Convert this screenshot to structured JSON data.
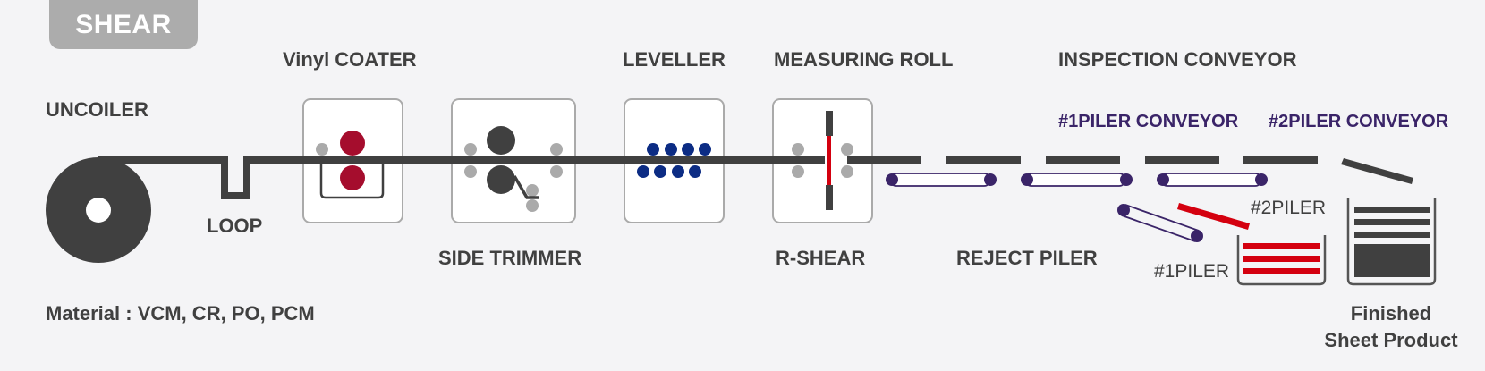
{
  "title_badge": "SHEAR",
  "colors": {
    "background": "#f4f4f6",
    "strip": "#404040",
    "roll_gray": "#aaaaaa",
    "coater_red": "#a50d2d",
    "leveller_blue": "#0c2c84",
    "shear_red": "#d4000f",
    "conveyor_purple": "#3a2468",
    "badge": "#acacac"
  },
  "labels": {
    "uncoiler": "UNCOILER",
    "loop": "LOOP",
    "vinyl_coater": "Vinyl COATER",
    "side_trimmer": "SIDE TRIMMER",
    "leveller": "LEVELLER",
    "measuring_roll": "MEASURING ROLL",
    "r_shear": "R-SHEAR",
    "inspection_conveyor": "INSPECTION CONVEYOR",
    "piler1_conveyor": "#1PILER CONVEYOR",
    "piler2_conveyor": "#2PILER CONVEYOR",
    "reject_piler": "REJECT PILER",
    "piler1": "#1PILER",
    "piler2": "#2PILER",
    "finished_line1": "Finished",
    "finished_line2": "Sheet Product",
    "material": "Material : VCM, CR, PO, PCM"
  }
}
